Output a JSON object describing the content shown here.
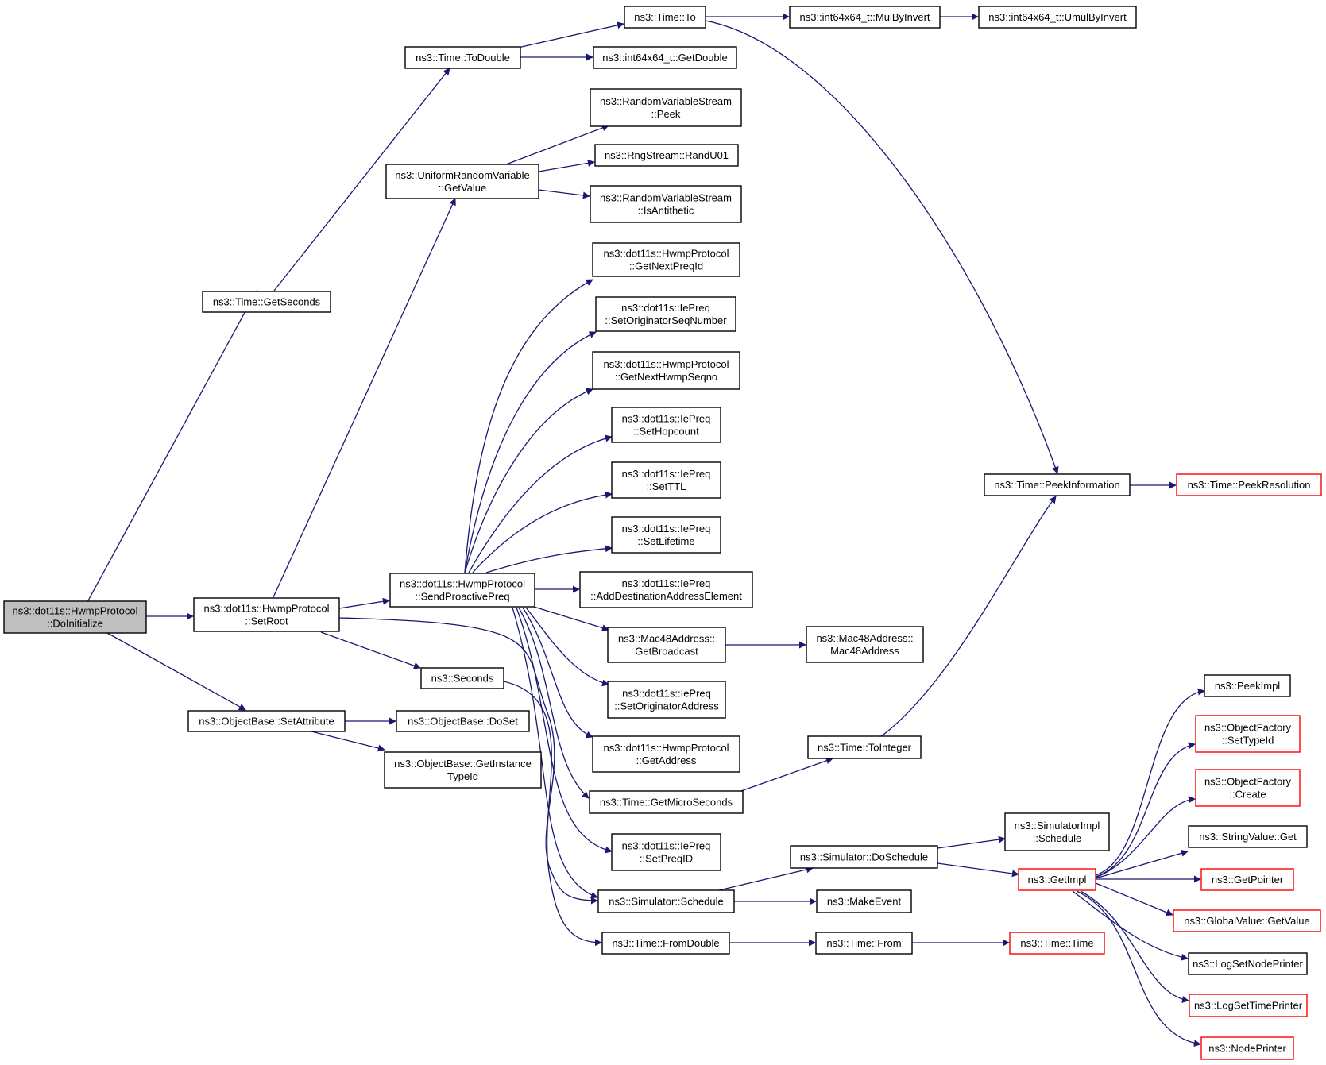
{
  "colors": {
    "edge": "#191970",
    "node_border": "#000000",
    "truncated_border": "#ff0000",
    "root_fill": "#bfbfbf",
    "node_fill": "#ffffff",
    "text": "#000000"
  },
  "nodes": [
    {
      "id": "doinit",
      "lines": [
        "ns3::dot11s::HwmpProtocol",
        "::DoInitialize"
      ],
      "root": true
    },
    {
      "id": "getseconds",
      "lines": [
        "ns3::Time::GetSeconds"
      ]
    },
    {
      "id": "setroot",
      "lines": [
        "ns3::dot11s::HwmpProtocol",
        "::SetRoot"
      ]
    },
    {
      "id": "setattribute",
      "lines": [
        "ns3::ObjectBase::SetAttribute"
      ]
    },
    {
      "id": "todouble",
      "lines": [
        "ns3::Time::ToDouble"
      ]
    },
    {
      "id": "uniform",
      "lines": [
        "ns3::UniformRandomVariable",
        "::GetValue"
      ]
    },
    {
      "id": "sendpreq",
      "lines": [
        "ns3::dot11s::HwmpProtocol",
        "::SendProactivePreq"
      ]
    },
    {
      "id": "seconds",
      "lines": [
        "ns3::Seconds"
      ]
    },
    {
      "id": "doset",
      "lines": [
        "ns3::ObjectBase::DoSet"
      ]
    },
    {
      "id": "getinstancetype",
      "lines": [
        "ns3::ObjectBase::GetInstance",
        "TypeId"
      ]
    },
    {
      "id": "timeto",
      "lines": [
        "ns3::Time::To"
      ]
    },
    {
      "id": "getdouble",
      "lines": [
        "ns3::int64x64_t::GetDouble"
      ]
    },
    {
      "id": "peek",
      "lines": [
        "ns3::RandomVariableStream",
        "::Peek"
      ]
    },
    {
      "id": "randu01",
      "lines": [
        "ns3::RngStream::RandU01"
      ]
    },
    {
      "id": "isanti",
      "lines": [
        "ns3::RandomVariableStream",
        "::IsAntithetic"
      ]
    },
    {
      "id": "nextpreqid",
      "lines": [
        "ns3::dot11s::HwmpProtocol",
        "::GetNextPreqId"
      ]
    },
    {
      "id": "setorigseq",
      "lines": [
        "ns3::dot11s::IePreq",
        "::SetOriginatorSeqNumber"
      ]
    },
    {
      "id": "nexthwmpseq",
      "lines": [
        "ns3::dot11s::HwmpProtocol",
        "::GetNextHwmpSeqno"
      ]
    },
    {
      "id": "sethopcount",
      "lines": [
        "ns3::dot11s::IePreq",
        "::SetHopcount"
      ]
    },
    {
      "id": "setttl",
      "lines": [
        "ns3::dot11s::IePreq",
        "::SetTTL"
      ]
    },
    {
      "id": "setlifetime",
      "lines": [
        "ns3::dot11s::IePreq",
        "::SetLifetime"
      ]
    },
    {
      "id": "adddest",
      "lines": [
        "ns3::dot11s::IePreq",
        "::AddDestinationAddressElement"
      ]
    },
    {
      "id": "getbroadcast",
      "lines": [
        "ns3::Mac48Address::",
        "GetBroadcast"
      ]
    },
    {
      "id": "setorigaddr",
      "lines": [
        "ns3::dot11s::IePreq",
        "::SetOriginatorAddress"
      ]
    },
    {
      "id": "getaddress",
      "lines": [
        "ns3::dot11s::HwmpProtocol",
        "::GetAddress"
      ]
    },
    {
      "id": "getmicro",
      "lines": [
        "ns3::Time::GetMicroSeconds"
      ]
    },
    {
      "id": "setpreqid",
      "lines": [
        "ns3::dot11s::IePreq",
        "::SetPreqID"
      ]
    },
    {
      "id": "simschedule",
      "lines": [
        "ns3::Simulator::Schedule"
      ]
    },
    {
      "id": "fromdouble",
      "lines": [
        "ns3::Time::FromDouble"
      ]
    },
    {
      "id": "mulbyinvert",
      "lines": [
        "ns3::int64x64_t::MulByInvert"
      ]
    },
    {
      "id": "umulbyinvert",
      "lines": [
        "ns3::int64x64_t::UmulByInvert"
      ]
    },
    {
      "id": "peekinfo",
      "lines": [
        "ns3::Time::PeekInformation"
      ]
    },
    {
      "id": "peekres",
      "lines": [
        "ns3::Time::PeekResolution"
      ],
      "truncated": true
    },
    {
      "id": "mac48",
      "lines": [
        "ns3::Mac48Address::",
        "Mac48Address"
      ]
    },
    {
      "id": "tointeger",
      "lines": [
        "ns3::Time::ToInteger"
      ]
    },
    {
      "id": "doschedule",
      "lines": [
        "ns3::Simulator::DoSchedule"
      ]
    },
    {
      "id": "makeevent",
      "lines": [
        "ns3::MakeEvent"
      ]
    },
    {
      "id": "timefrom",
      "lines": [
        "ns3::Time::From"
      ]
    },
    {
      "id": "implschedule",
      "lines": [
        "ns3::SimulatorImpl",
        "::Schedule"
      ]
    },
    {
      "id": "getimpl",
      "lines": [
        "ns3::GetImpl"
      ],
      "truncated": true
    },
    {
      "id": "timetime",
      "lines": [
        "ns3::Time::Time"
      ],
      "truncated": true
    },
    {
      "id": "peekimpl",
      "lines": [
        "ns3::PeekImpl"
      ]
    },
    {
      "id": "settypeid",
      "lines": [
        "ns3::ObjectFactory",
        "::SetTypeId"
      ],
      "truncated": true
    },
    {
      "id": "create",
      "lines": [
        "ns3::ObjectFactory",
        "::Create"
      ],
      "truncated": true
    },
    {
      "id": "stringget",
      "lines": [
        "ns3::StringValue::Get"
      ]
    },
    {
      "id": "getpointer",
      "lines": [
        "ns3::GetPointer"
      ],
      "truncated": true
    },
    {
      "id": "globalget",
      "lines": [
        "ns3::GlobalValue::GetValue"
      ],
      "truncated": true
    },
    {
      "id": "lognode",
      "lines": [
        "ns3::LogSetNodePrinter"
      ]
    },
    {
      "id": "logtime",
      "lines": [
        "ns3::LogSetTimePrinter"
      ],
      "truncated": true
    },
    {
      "id": "nodeprinter",
      "lines": [
        "ns3::NodePrinter"
      ],
      "truncated": true
    }
  ],
  "edges": [
    {
      "from": "doinit",
      "to": "getseconds"
    },
    {
      "from": "doinit",
      "to": "setroot"
    },
    {
      "from": "doinit",
      "to": "setattribute"
    },
    {
      "from": "getseconds",
      "to": "todouble"
    },
    {
      "from": "setroot",
      "to": "uniform"
    },
    {
      "from": "setroot",
      "to": "sendpreq"
    },
    {
      "from": "setroot",
      "to": "seconds"
    },
    {
      "from": "setroot",
      "to": "simschedule"
    },
    {
      "from": "setattribute",
      "to": "doset"
    },
    {
      "from": "setattribute",
      "to": "getinstancetype"
    },
    {
      "from": "todouble",
      "to": "timeto"
    },
    {
      "from": "todouble",
      "to": "getdouble"
    },
    {
      "from": "uniform",
      "to": "peek"
    },
    {
      "from": "uniform",
      "to": "randu01"
    },
    {
      "from": "uniform",
      "to": "isanti"
    },
    {
      "from": "sendpreq",
      "to": "nextpreqid"
    },
    {
      "from": "sendpreq",
      "to": "setorigseq"
    },
    {
      "from": "sendpreq",
      "to": "nexthwmpseq"
    },
    {
      "from": "sendpreq",
      "to": "sethopcount"
    },
    {
      "from": "sendpreq",
      "to": "setttl"
    },
    {
      "from": "sendpreq",
      "to": "setlifetime"
    },
    {
      "from": "sendpreq",
      "to": "adddest"
    },
    {
      "from": "sendpreq",
      "to": "getbroadcast"
    },
    {
      "from": "sendpreq",
      "to": "setorigaddr"
    },
    {
      "from": "sendpreq",
      "to": "getaddress"
    },
    {
      "from": "sendpreq",
      "to": "getmicro"
    },
    {
      "from": "sendpreq",
      "to": "setpreqid"
    },
    {
      "from": "sendpreq",
      "to": "simschedule"
    },
    {
      "from": "seconds",
      "to": "fromdouble"
    },
    {
      "from": "timeto",
      "to": "mulbyinvert"
    },
    {
      "from": "timeto",
      "to": "peekinfo"
    },
    {
      "from": "mulbyinvert",
      "to": "umulbyinvert"
    },
    {
      "from": "peekinfo",
      "to": "peekres"
    },
    {
      "from": "getbroadcast",
      "to": "mac48"
    },
    {
      "from": "getmicro",
      "to": "tointeger"
    },
    {
      "from": "tointeger",
      "to": "peekinfo"
    },
    {
      "from": "simschedule",
      "to": "doschedule"
    },
    {
      "from": "simschedule",
      "to": "makeevent"
    },
    {
      "from": "fromdouble",
      "to": "timefrom"
    },
    {
      "from": "timefrom",
      "to": "timetime"
    },
    {
      "from": "doschedule",
      "to": "implschedule"
    },
    {
      "from": "doschedule",
      "to": "getimpl"
    },
    {
      "from": "getimpl",
      "to": "peekimpl"
    },
    {
      "from": "getimpl",
      "to": "settypeid"
    },
    {
      "from": "getimpl",
      "to": "create"
    },
    {
      "from": "getimpl",
      "to": "stringget"
    },
    {
      "from": "getimpl",
      "to": "getpointer"
    },
    {
      "from": "getimpl",
      "to": "globalget"
    },
    {
      "from": "getimpl",
      "to": "lognode"
    },
    {
      "from": "getimpl",
      "to": "logtime"
    },
    {
      "from": "getimpl",
      "to": "nodeprinter"
    }
  ]
}
